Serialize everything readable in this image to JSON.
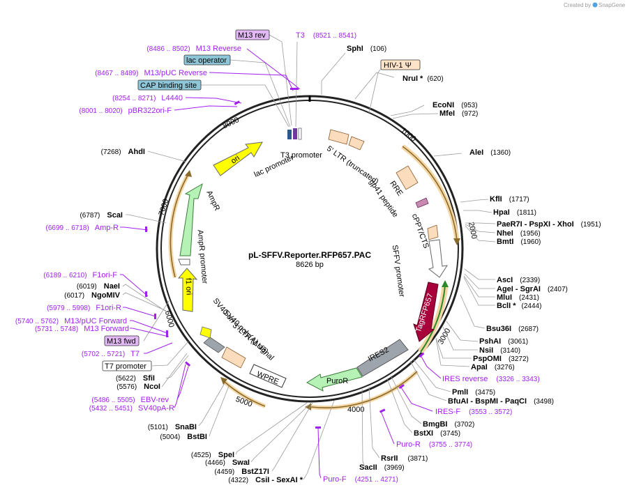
{
  "credit": {
    "created_by": "Created by",
    "app": "SnapGene"
  },
  "plasmid": {
    "name": "pL-SFFV.Reporter.RFP657.PAC",
    "size_label": "8626 bp",
    "length_bp": 8626
  },
  "ticks": [
    "1000",
    "2000",
    "3000",
    "4000",
    "5000",
    "6000",
    "7000",
    "8000"
  ],
  "colors": {
    "orange": "#f0c080",
    "yellow": "#ffff00",
    "green": "#b6f2b6",
    "gray": "#9ea4ab",
    "red": "#b0003a",
    "peach": "#fbdcbc",
    "badge_purple": "#e3b9f5",
    "badge_blue": "#8fc6d7",
    "badge_peach": "#fde4c8",
    "primer": "#a020f0"
  },
  "enzymes": [
    {
      "name": "SphI",
      "pos": "(106)"
    },
    {
      "name": "NruI *",
      "pos": "(620)"
    },
    {
      "name": "EcoNI",
      "pos": "(953)"
    },
    {
      "name": "MfeI",
      "pos": "(972)"
    },
    {
      "name": "AleI",
      "pos": "(1360)"
    },
    {
      "name": "KflI",
      "pos": "(1717)"
    },
    {
      "name": "HpaI",
      "pos": "(1811)"
    },
    {
      "name": "PaeR7I - PspXI - XhoI",
      "pos": "(1951)"
    },
    {
      "name": "NheI",
      "pos": "(1956)"
    },
    {
      "name": "BmtI",
      "pos": "(1960)"
    },
    {
      "name": "AscI",
      "pos": "(2339)"
    },
    {
      "name": "AgeI - SgrAI",
      "pos": "(2407)"
    },
    {
      "name": "MluI",
      "pos": "(2431)"
    },
    {
      "name": "BclI *",
      "pos": "(2444)"
    },
    {
      "name": "Bsu36I",
      "pos": "(2687)"
    },
    {
      "name": "PshAI",
      "pos": "(3061)"
    },
    {
      "name": "NsiI",
      "pos": "(3140)"
    },
    {
      "name": "PspOMI",
      "pos": "(3272)"
    },
    {
      "name": "ApaI",
      "pos": "(3276)"
    },
    {
      "name": "PmlI",
      "pos": "(3475)"
    },
    {
      "name": "BfuAI - BspMI - PaqCI",
      "pos": "(3498)"
    },
    {
      "name": "BmgBI",
      "pos": "(3702)"
    },
    {
      "name": "BstXI",
      "pos": "(3745)"
    },
    {
      "name": "RsrII",
      "pos": "(3871)"
    },
    {
      "name": "SacII",
      "pos": "(3969)"
    },
    {
      "name": "CsiI - SexAI *",
      "pos": "(4322)"
    },
    {
      "name": "BstZ17I",
      "pos": "(4459)"
    },
    {
      "name": "SwaI",
      "pos": "(4466)"
    },
    {
      "name": "SpeI",
      "pos": "(4525)"
    },
    {
      "name": "BstBI",
      "pos": "(5004)"
    },
    {
      "name": "SnaBI",
      "pos": "(5101)"
    },
    {
      "name": "NcoI",
      "pos": "(5576)"
    },
    {
      "name": "SfiI",
      "pos": "(5622)"
    },
    {
      "name": "NgoMIV",
      "pos": "(6017)"
    },
    {
      "name": "NaeI",
      "pos": "(6019)"
    },
    {
      "name": "ScaI",
      "pos": "(6787)"
    },
    {
      "name": "AhdI",
      "pos": "(7268)"
    }
  ],
  "primers": [
    {
      "name": "T3",
      "range": "(8521 .. 8541)"
    },
    {
      "name": "M13 Reverse",
      "range": "(8486 .. 8502)"
    },
    {
      "name": "M13/pUC Reverse",
      "range": "(8467 .. 8489)"
    },
    {
      "name": "L4440",
      "range": "(8254 .. 8271)"
    },
    {
      "name": "pBR322ori-F",
      "range": "(8001 .. 8020)"
    },
    {
      "name": "Amp-R",
      "range": "(6699 .. 6718)"
    },
    {
      "name": "F1ori-F",
      "range": "(6189 .. 6210)"
    },
    {
      "name": "F1ori-R",
      "range": "(5979 .. 5998)"
    },
    {
      "name": "M13/pUC Forward",
      "range": "(5740 .. 5762)"
    },
    {
      "name": "M13 Forward",
      "range": "(5731 .. 5748)"
    },
    {
      "name": "T7",
      "range": "(5702 .. 5721)"
    },
    {
      "name": "EBV-rev",
      "range": "(5486 .. 5505)"
    },
    {
      "name": "SV40pA-R",
      "range": "(5432 .. 5451)"
    },
    {
      "name": "IRES reverse",
      "range": "(3326 .. 3343)"
    },
    {
      "name": "IRES-F",
      "range": "(3553 .. 3572)"
    },
    {
      "name": "Puro-R",
      "range": "(3755 .. 3774)"
    },
    {
      "name": "Puro-F",
      "range": "(4251 .. 4271)"
    }
  ],
  "badges": {
    "m13_rev": "M13 rev",
    "lac_operator": "lac operator",
    "cap_binding_site": "CAP binding site",
    "hiv_psi": "HIV-1 Ψ",
    "m13_fwd": "M13 fwd",
    "t7_promoter": "T7 promoter"
  },
  "features": {
    "ltr5": "5' LTR (truncated)",
    "rre": "RRE",
    "gp41": "gp41 peptide",
    "cppt": "cPPT/CTS",
    "sffv": "SFFV promoter",
    "tagrfp": "TagRFP657",
    "ires2": "IRES2",
    "puror": "PuroR",
    "wpre": "WPRE",
    "ltr3": "3' LTR (ΔU3)",
    "sv40polya": "SV40 poly(A) signal",
    "sv40ori": "SV40 ori",
    "f1ori": "f1 ori",
    "ampr_promoter": "AmpR promoter",
    "ampr": "AmpR",
    "ori": "ori",
    "lac_promoter": "lac promoter",
    "t3_promoter": "T3 promoter"
  }
}
